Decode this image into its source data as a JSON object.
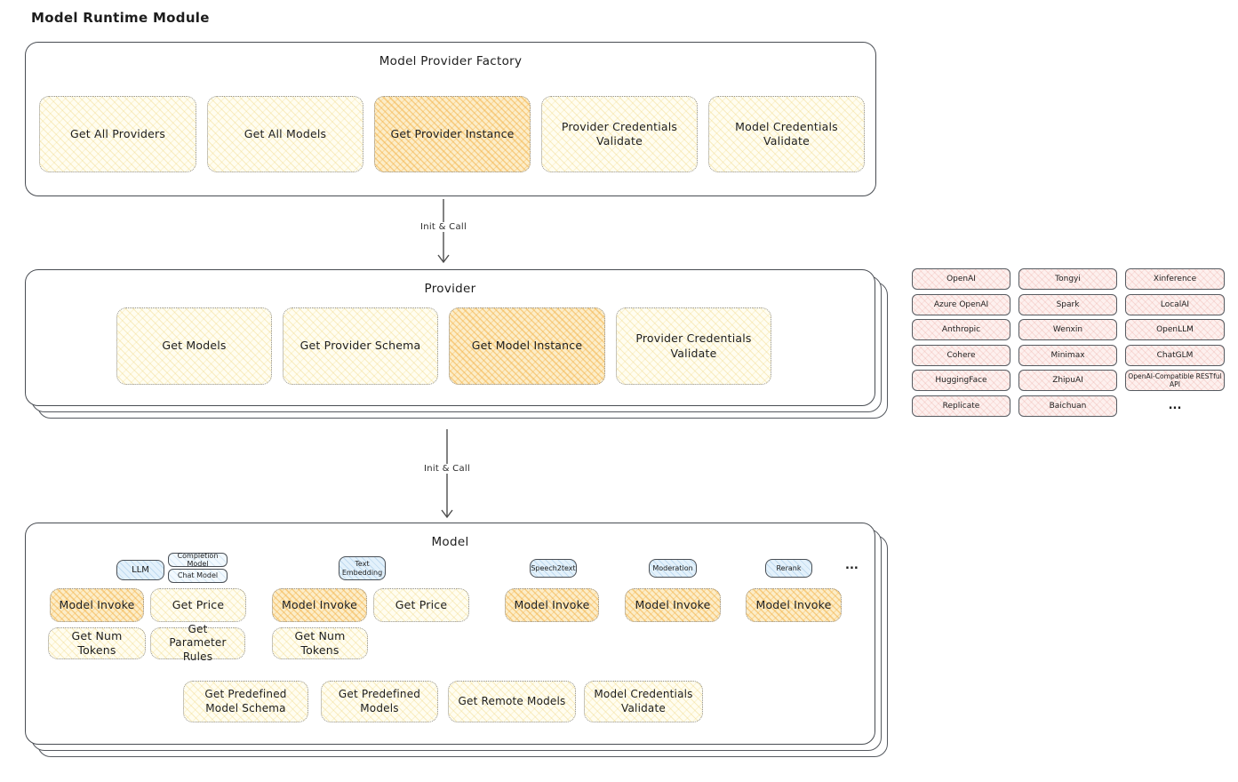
{
  "page": {
    "title": "Model Runtime Module"
  },
  "colors": {
    "action_yellow": "#fdf6d8",
    "action_highlight_orange": "#f6dfa9",
    "tab_blue": "#e3f1fb",
    "provider_pink": "#fdf0ee",
    "stroke_dark": "#484c52"
  },
  "factory": {
    "title": "Model Provider Factory",
    "buttons": [
      {
        "label": "Get All Providers",
        "highlighted": false
      },
      {
        "label": "Get All Models",
        "highlighted": false
      },
      {
        "label": "Get Provider Instance",
        "highlighted": true
      },
      {
        "label": "Provider Credentials Validate",
        "highlighted": false
      },
      {
        "label": "Model Credentials Validate",
        "highlighted": false
      }
    ]
  },
  "arrows": [
    {
      "label": "Init & Call"
    },
    {
      "label": "Init & Call"
    }
  ],
  "provider": {
    "title": "Provider",
    "buttons": [
      {
        "label": "Get Models",
        "highlighted": false
      },
      {
        "label": "Get Provider Schema",
        "highlighted": false
      },
      {
        "label": "Get Model Instance",
        "highlighted": true
      },
      {
        "label": "Provider Credentials Validate",
        "highlighted": false
      }
    ]
  },
  "providers": {
    "items": [
      "OpenAI",
      "Tongyi",
      "Xinference",
      "Azure OpenAI",
      "Spark",
      "LocalAI",
      "Anthropic",
      "Wenxin",
      "OpenLLM",
      "Cohere",
      "Minimax",
      "ChatGLM",
      "HuggingFace",
      "ZhipuAI",
      "OpenAI-Compatible RESTful API",
      "Replicate",
      "Baichuan",
      "..."
    ]
  },
  "model": {
    "title": "Model",
    "tabs": {
      "llm": "LLM",
      "completion": "Completion Model",
      "chat": "Chat Model",
      "text_embedding": "Text Embedding",
      "speech2text": "Speech2text",
      "moderation": "Moderation",
      "rerank": "Rerank",
      "more": "..."
    },
    "row1": [
      "Model Invoke",
      "Get Price",
      "Model Invoke",
      "Get Price",
      "Model Invoke",
      "Model Invoke",
      "Model Invoke"
    ],
    "row2": [
      "Get Num Tokens",
      "Get Parameter Rules",
      "Get Num Tokens"
    ],
    "bottom": [
      "Get Predefined Model Schema",
      "Get Predefined Models",
      "Get Remote Models",
      "Model Credentials Validate"
    ]
  }
}
